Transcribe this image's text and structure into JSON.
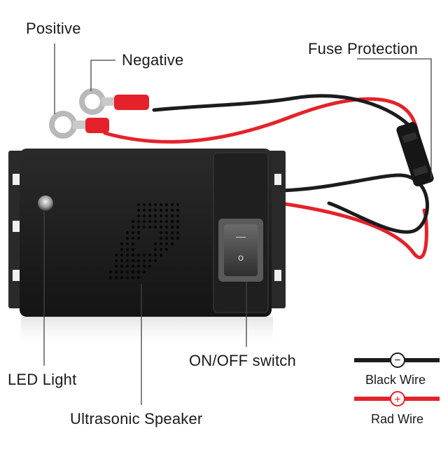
{
  "labels": {
    "positive": "Positive",
    "negative": "Negative",
    "fuse": "Fuse Protection",
    "led": "LED Light",
    "speaker": "Ultrasonic Speaker",
    "switch": "ON/OFF switch"
  },
  "legend": {
    "black_wire": "Black Wire",
    "red_wire": "Rad Wire",
    "black_symbol": "−",
    "red_symbol": "+"
  },
  "switch_marks": {
    "on": "—",
    "off": "o"
  },
  "colors": {
    "black_wire": "#1c1c1c",
    "red_wire": "#e5222b",
    "device_body": "#1b1b1b",
    "callout_line": "#444444"
  }
}
